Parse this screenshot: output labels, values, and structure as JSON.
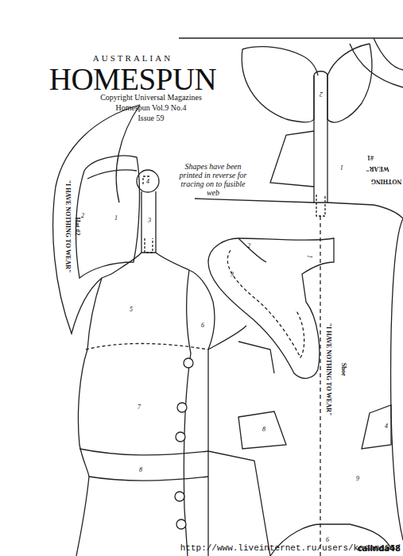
{
  "diagram": {
    "title": "HOMESPUN",
    "labels": [
      "AUSTRALIAN",
      "Copyright Universal Magazines",
      "Homespun Vol.9 No.4",
      "Issue 59",
      "Shapes have been printed in reverse for tracing on to fusible web",
      "\"I HAVE NOTHING TO WEAR\"",
      "Hat #2",
      "\"I HAVE NOTHING TO WEAR\"",
      "Shoe",
      "NOTHING",
      "WEAR\"",
      "#1",
      "1",
      "2",
      "4",
      "3",
      "5",
      "6",
      "7",
      "8",
      "2",
      "1",
      "1",
      "2",
      "3",
      "8",
      "9",
      "4",
      "6",
      "http://www.liveinternet.ru/users/kasana55/",
      "calinda48"
    ]
  }
}
